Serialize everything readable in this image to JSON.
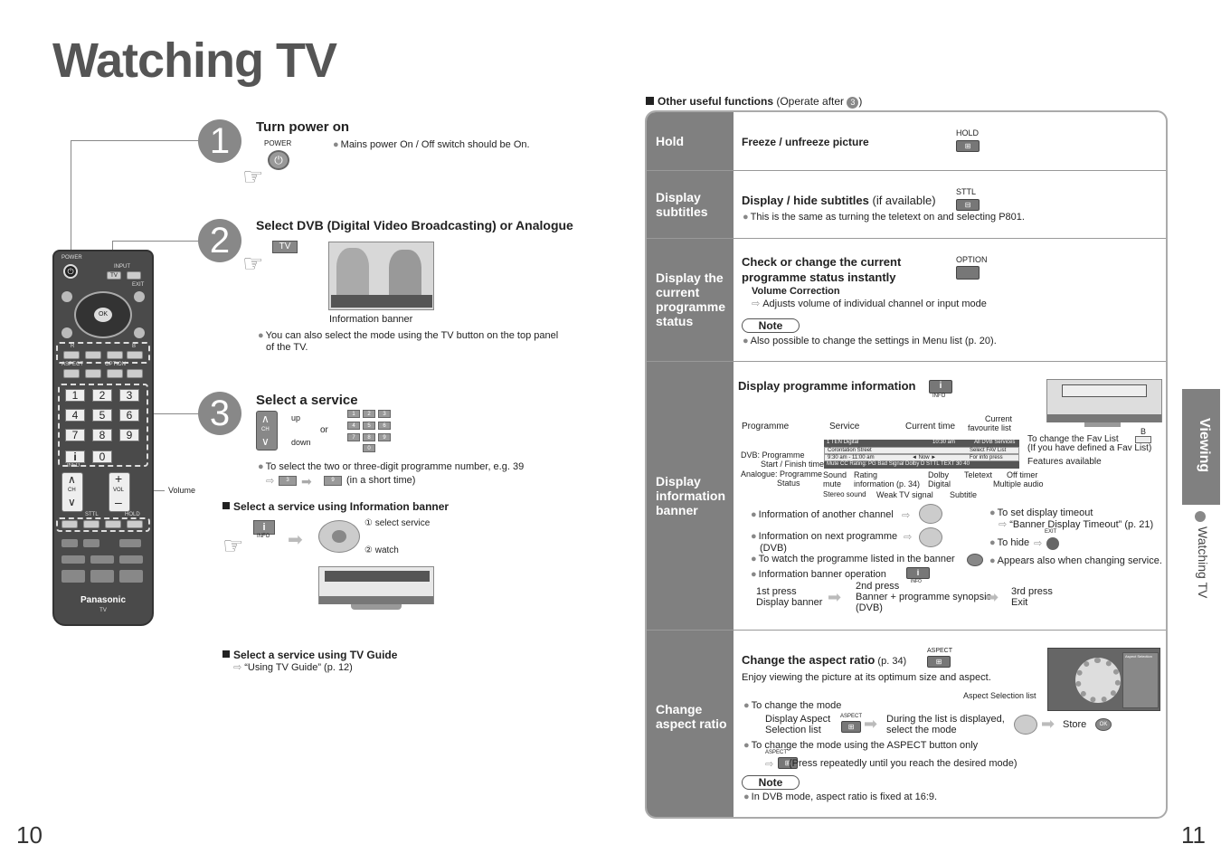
{
  "page": {
    "title": "Watching TV",
    "page_left": "10",
    "page_right": "11",
    "side_tab_main": "Viewing",
    "side_tab_sub": "Watching TV"
  },
  "steps": [
    {
      "num": "1",
      "title": "Turn power on",
      "key_label": "POWER",
      "note": "Mains power On / Off switch should be On."
    },
    {
      "num": "2",
      "title": "Select DVB (Digital Video Broadcasting) or Analogue",
      "key_label": "TV",
      "caption": "Information banner",
      "note": "You can also select the mode using the TV button on the top panel",
      "note2": "of the TV."
    },
    {
      "num": "3",
      "title": "Select a service",
      "up": "up",
      "down": "down",
      "ch": "CH",
      "or": "or",
      "note": "To select the two or three-digit programme number, e.g. 39",
      "example_key1": "3",
      "example_key2": "9",
      "example_suffix": "(in a short time)"
    }
  ],
  "keypad_small": [
    "1",
    "2",
    "3",
    "4",
    "5",
    "6",
    "7",
    "8",
    "9",
    "0"
  ],
  "info_banner_section": {
    "title": "Select a service using Information banner",
    "info_label": "INFO",
    "select_service": "① select service",
    "watch": "② watch"
  },
  "tv_guide_section": {
    "title": "Select a service using TV Guide",
    "ref": "“Using TV Guide” (p. 12)"
  },
  "remote": {
    "power": "POWER",
    "input": "INPUT",
    "tv": "TV",
    "exit": "EXIT",
    "ok": "OK",
    "aspect": "ASPECT",
    "option": "OPTION",
    "keys": [
      "1",
      "2",
      "3",
      "4",
      "5",
      "6",
      "7",
      "8",
      "9",
      "0"
    ],
    "info": "INFO",
    "ch": "CH",
    "vol": "VOL",
    "stt": "STTL",
    "hold": "HOLD",
    "brand": "Panasonic",
    "tv_small": "TV",
    "color_r": "R",
    "color_b": "B",
    "volume_label": "Volume"
  },
  "right": {
    "header": "Other useful functions",
    "header_suffix": " (Operate after ",
    "header_circle": "3",
    "header_close": ")",
    "rows": [
      {
        "label": "Hold",
        "title": "Freeze / unfreeze picture",
        "key": "HOLD"
      },
      {
        "label": "Display subtitles",
        "title": "Display / hide subtitles",
        "title_suffix": " (if available)",
        "key": "STTL",
        "note": "This is the same as turning the teletext on and selecting P801."
      },
      {
        "label": "Display the current programme status",
        "title": "Check or change the current",
        "title2": "programme status instantly",
        "key": "OPTION",
        "sub": "Volume Correction",
        "sub_desc": "Adjusts volume of individual channel or input mode",
        "note_label": "Note",
        "note": "Also possible to change the settings in Menu list (p. 20)."
      },
      {
        "label": "Display information banner",
        "title": "Display programme information",
        "key": "INFO"
      },
      {
        "label": "Change aspect ratio",
        "title": "Change the aspect ratio",
        "title_suffix": " (p. 34)",
        "key": "ASPECT",
        "desc": "Enjoy viewing the picture at its optimum size and aspect.",
        "list_label": "Aspect Selection list"
      }
    ]
  },
  "banner_diagram": {
    "programme": "Programme",
    "service": "Service",
    "current_time": "Current time",
    "current_fav": "Current",
    "current_fav2": "favourite list",
    "b": "B",
    "fav_change": "To change the Fav List",
    "fav_change2": "(If you have defined a Fav List)",
    "features": "Features available",
    "dvb_prog": "DVB: Programme",
    "dvb_prog2": "Start / Finish time",
    "ana_prog": "Analogue: Programme",
    "ana_prog2": "Status",
    "sound_mute": "Sound",
    "sound_mute2": "mute",
    "rating": "Rating",
    "rating2": "information (p. 34)",
    "dolby": "Dolby",
    "dolby2": "Digital",
    "teletext": "Teletext",
    "off_timer": "Off timer",
    "multi_audio": "Multiple audio",
    "stereo": "Stereo sound",
    "weak": "Weak TV signal",
    "subtitle": "Subtitle",
    "bar1_left": "1 TEN Digital",
    "bar1_mid": "10:30 am",
    "bar1_right": "All DVB Services",
    "bar2_left": "Corontation Street",
    "bar2_right": "Select FAV List",
    "bar3_left": "9:30 am - 11:00 am",
    "bar3_mid": "◄ Now ►",
    "bar3_right": "For info press",
    "bar4": "Mute   CC   Rating: PG   Bad Signal   Dolby D   STTL   TEXT   30   40",
    "info_other": "Information of another channel",
    "info_next": "Information on next programme",
    "info_next2": "(DVB)",
    "watch_listed": "To watch the programme listed in the banner",
    "banner_op": "Information banner operation",
    "first_press": "1st press",
    "first_desc": "Display banner",
    "second_press": "2nd press",
    "second_desc": "Banner + programme synopsis",
    "second_desc2": "(DVB)",
    "third_press": "3rd press",
    "third_desc": "Exit",
    "timeout": "To set display timeout",
    "timeout2": "“Banner Display Timeout” (p. 21)",
    "exit_key": "EXIT",
    "to_hide": "To hide",
    "appears": "Appears also when changing service.",
    "info_key": "INFO"
  },
  "aspect_section": {
    "to_change_mode": "To change the mode",
    "display_aspect": "Display Aspect",
    "display_aspect2": "Selection list",
    "during_list": "During the list is displayed,",
    "during_list2": "select the mode",
    "store": "Store",
    "ok": "OK",
    "aspect_only": "To change the mode using the ASPECT button only",
    "press_repeat": "(Press repeatedly until you reach the desired mode)",
    "note_label": "Note",
    "note": "In DVB mode, aspect ratio is fixed at 16:9.",
    "aspect_key": "ASPECT",
    "screen_title": "Aspect Selection"
  },
  "colors": {
    "accent_gray": "#808080",
    "title_gray": "#555555"
  }
}
